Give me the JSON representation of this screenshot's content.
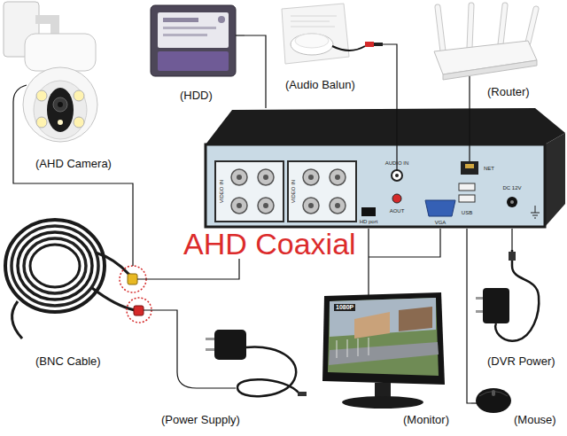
{
  "diagram": {
    "nodes": [
      {
        "text": [
          "(AHD Camera)"
        ]
      },
      {
        "text": [
          "(HDD)"
        ]
      },
      {
        "text": [
          "(Audio Balun)"
        ]
      },
      {
        "text": [
          "(Router)"
        ]
      },
      {
        "text": [
          "VIDEO IN",
          "VIDEO IN",
          "AUDIO IN",
          "AOUT",
          "HD port",
          "VGA",
          "NET",
          "USB",
          "DC 12V"
        ]
      },
      {
        "text": [
          "(BNC Cable)"
        ]
      },
      {
        "text": [
          "(Power Supply)"
        ]
      },
      {
        "text": [
          "1080P",
          "(Monitor)"
        ]
      },
      {
        "text": [
          "(DVR Power)"
        ]
      },
      {
        "text": [
          "(Mouse)"
        ]
      }
    ],
    "edges": [
      {
        "from": 0,
        "to": 5,
        "arrow": "none"
      },
      {
        "from": 5,
        "to": 4,
        "arrow": "none"
      },
      {
        "from": 6,
        "to": 5,
        "arrow": "none"
      },
      {
        "from": 1,
        "to": 4,
        "arrow": "none"
      },
      {
        "from": 2,
        "to": 4,
        "arrow": "none"
      },
      {
        "from": 3,
        "to": 4,
        "arrow": "none"
      },
      {
        "from": 4,
        "to": 7,
        "arrow": "none"
      },
      {
        "from": 4,
        "to": 8,
        "arrow": "none"
      },
      {
        "from": 4,
        "to": 9,
        "arrow": "none"
      }
    ],
    "labels": [
      "AHD Coaxial"
    ]
  }
}
